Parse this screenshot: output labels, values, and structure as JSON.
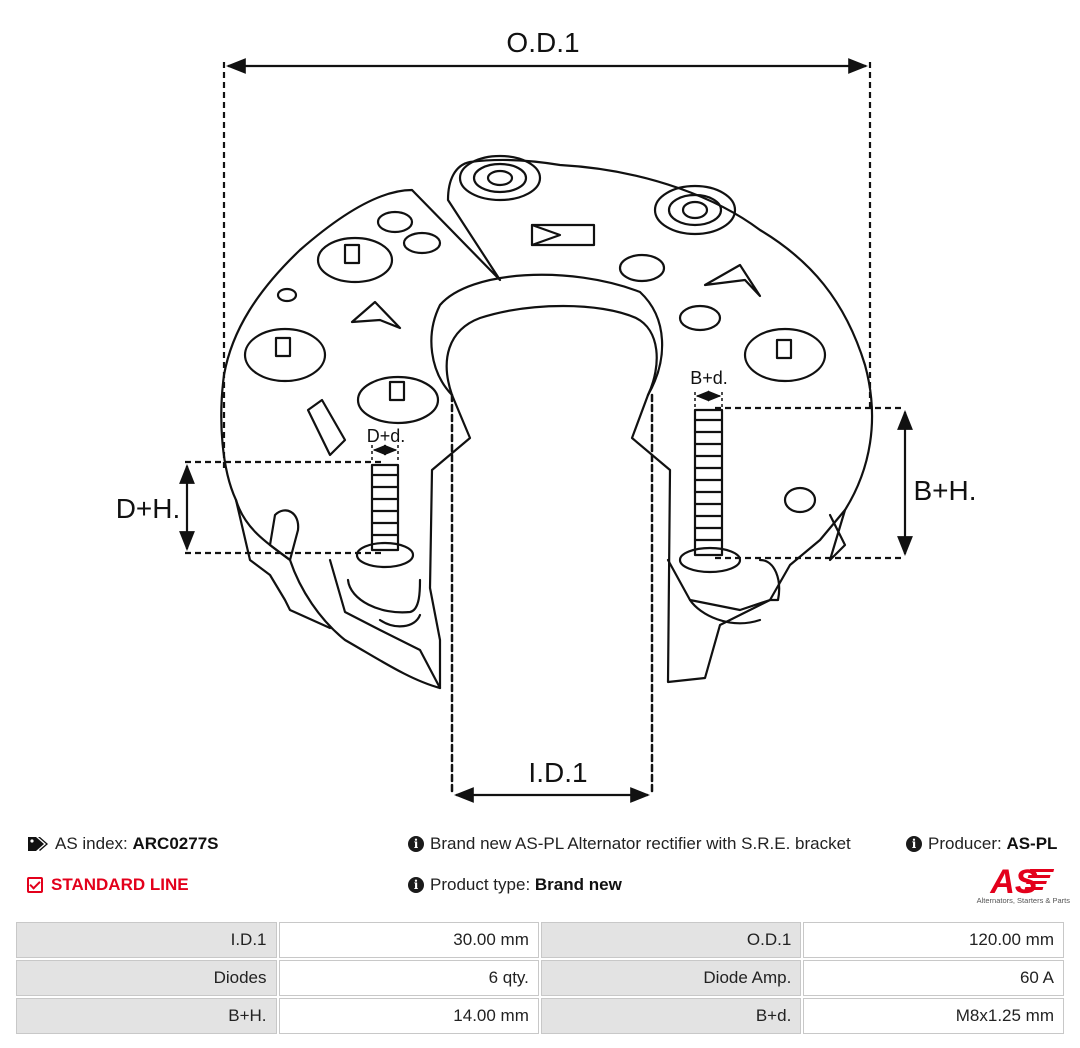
{
  "drawing": {
    "dim_labels": {
      "od1": "O.D.1",
      "id1": "I.D.1",
      "dh": "D+H.",
      "bh": "B+H.",
      "dd": "D+d.",
      "bd": "B+d."
    }
  },
  "info": {
    "as_index_label": "AS index:",
    "as_index_value": "ARC0277S",
    "line": "STANDARD LINE",
    "description": "Brand new AS-PL Alternator rectifier with S.R.E. bracket",
    "product_type_label": "Product type:",
    "product_type_value": "Brand new",
    "producer_label": "Producer:",
    "producer_value": "AS-PL"
  },
  "logo": {
    "text": "AS",
    "tagline": "Alternators, Starters & Parts",
    "color": "#e3001b"
  },
  "specs": [
    {
      "l1": "I.D.1",
      "v1": "30.00 mm",
      "l2": "O.D.1",
      "v2": "120.00 mm"
    },
    {
      "l1": "Diodes",
      "v1": "6 qty.",
      "l2": "Diode Amp.",
      "v2": "60 A"
    },
    {
      "l1": "B+H.",
      "v1": "14.00 mm",
      "l2": "B+d.",
      "v2": "M8x1.25 mm"
    }
  ]
}
